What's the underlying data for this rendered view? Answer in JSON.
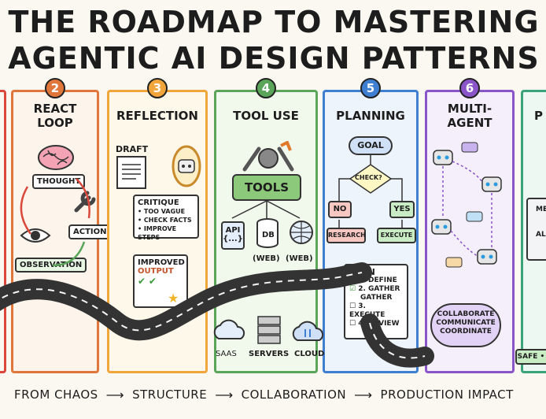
{
  "title": {
    "line1": "THE ROADMAP TO MASTERING",
    "line2": "AGENTIC AI DESIGN PATTERNS"
  },
  "colors": {
    "react": "#e0763a",
    "reflection": "#f0a63b",
    "tool": "#5aa55a",
    "planning": "#3f7fd1",
    "multi": "#8a55c9",
    "prod": "#3aa37a"
  },
  "panels": [
    {
      "num": "2",
      "title": "REACT LOOP",
      "labels": {
        "thought": "THOUGHT",
        "action": "ACTION",
        "observation": "OBSERVATION"
      }
    },
    {
      "num": "3",
      "title": "REFLECTION",
      "labels": {
        "draft": "DRAFT",
        "critique": "CRITIQUE",
        "c1": "• TOO VAGUE",
        "c2": "• CHECK FACTS",
        "c3": "• IMPROVE STEPS",
        "improved": "IMPROVED",
        "output": "OUTPUT"
      }
    },
    {
      "num": "4",
      "title": "TOOL USE",
      "labels": {
        "tools": "TOOLS",
        "api": "API",
        "api_sub": "{...}",
        "db": "DB",
        "web1": "(WEB)",
        "web2": "(WEB)",
        "saas": "SAAS",
        "servers": "SERVERS",
        "cloud": "CLOUD"
      }
    },
    {
      "num": "5",
      "title": "PLANNING",
      "labels": {
        "goal": "GOAL",
        "check": "CHECK?",
        "no": "NO",
        "yes": "YES",
        "research": "RESEARCH",
        "execute": "EXECUTE",
        "plan": "PLAN",
        "p1": "1. DEFINE",
        "p2": "2. GATHER",
        "p2b": "GATHER",
        "p3": "3. EXECUTE",
        "p4": "4. REVIEW"
      }
    },
    {
      "num": "6",
      "title": "MULTI-AGENT",
      "labels": {
        "collab1": "COLLABORATE",
        "collab2": "COMMUNICATE",
        "collab3": "COORDINATE"
      }
    },
    {
      "num": "",
      "title": "P",
      "labels": {
        "me": "ME",
        "al": "AL",
        "safe": "SAFE • R"
      }
    }
  ],
  "footer": {
    "s1": "FROM CHAOS",
    "s2": "STRUCTURE",
    "s3": "COLLABORATION",
    "s4": "PRODUCTION IMPACT",
    "arrow": "⟶"
  }
}
